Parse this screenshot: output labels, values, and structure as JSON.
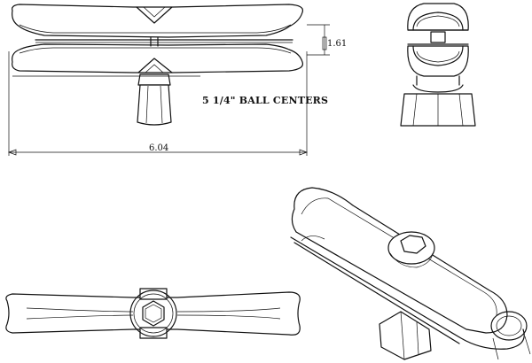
{
  "dimensions": {
    "ball_centers": "5 1/4\" BALL CENTERS",
    "overall_length": "6.04",
    "height": "1.61"
  },
  "views": [
    "front-view",
    "side-view",
    "bottom-view",
    "isometric-view"
  ]
}
